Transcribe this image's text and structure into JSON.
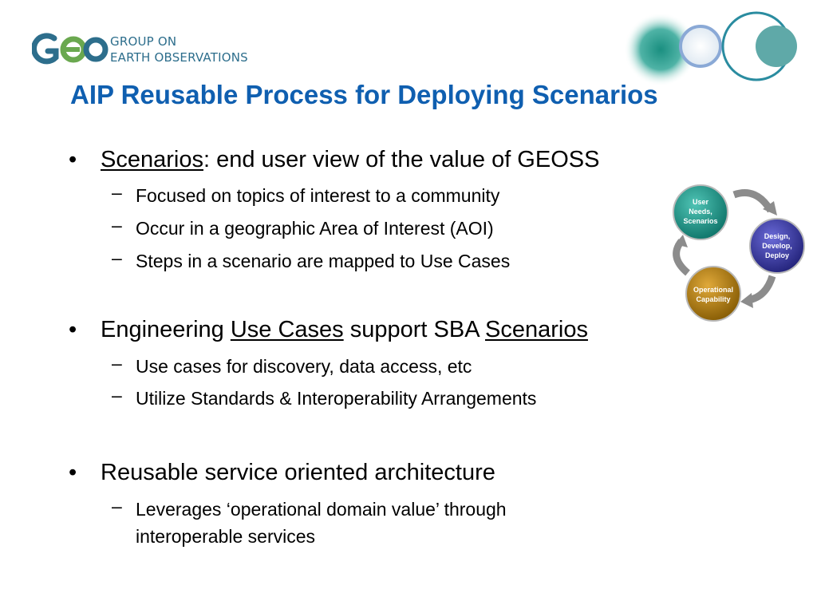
{
  "logo": {
    "wordmark": "GEO",
    "line1": "GROUP ON",
    "line2": "EARTH OBSERVATIONS"
  },
  "title": "AIP Reusable Process for Deploying Scenarios",
  "bullets": [
    {
      "lead_underlined": "Scenarios",
      "rest": ": end user view of the value of GEOSS",
      "subs": [
        "Focused on topics of interest to a community",
        "Occur in a geographic Area of Interest (AOI)",
        "Steps in a scenario are mapped to Use Cases"
      ]
    },
    {
      "part1": "Engineering ",
      "underlined1": "Use Cases",
      "part2": " support SBA ",
      "underlined2": "Scenarios",
      "subs": [
        "Use cases for discovery, data access, etc",
        "Utilize Standards & Interoperability Arrangements"
      ]
    },
    {
      "text": "Reusable service oriented architecture",
      "subs": [
        "Leverages ‘operational domain value’ through",
        "interoperable services"
      ]
    }
  ],
  "cycle": {
    "nodes": [
      {
        "line1": "User",
        "line2": "Needs,",
        "line3": "Scenarios",
        "color": "#1a9a8c"
      },
      {
        "line1": "Design,",
        "line2": "Develop,",
        "line3": "Deploy",
        "color": "#3a3aa8"
      },
      {
        "line1": "Operational",
        "line2": "Capability",
        "color": "#b8860b"
      }
    ]
  },
  "colors": {
    "title": "#0f5fb0",
    "logo": "#2d6e8c"
  }
}
